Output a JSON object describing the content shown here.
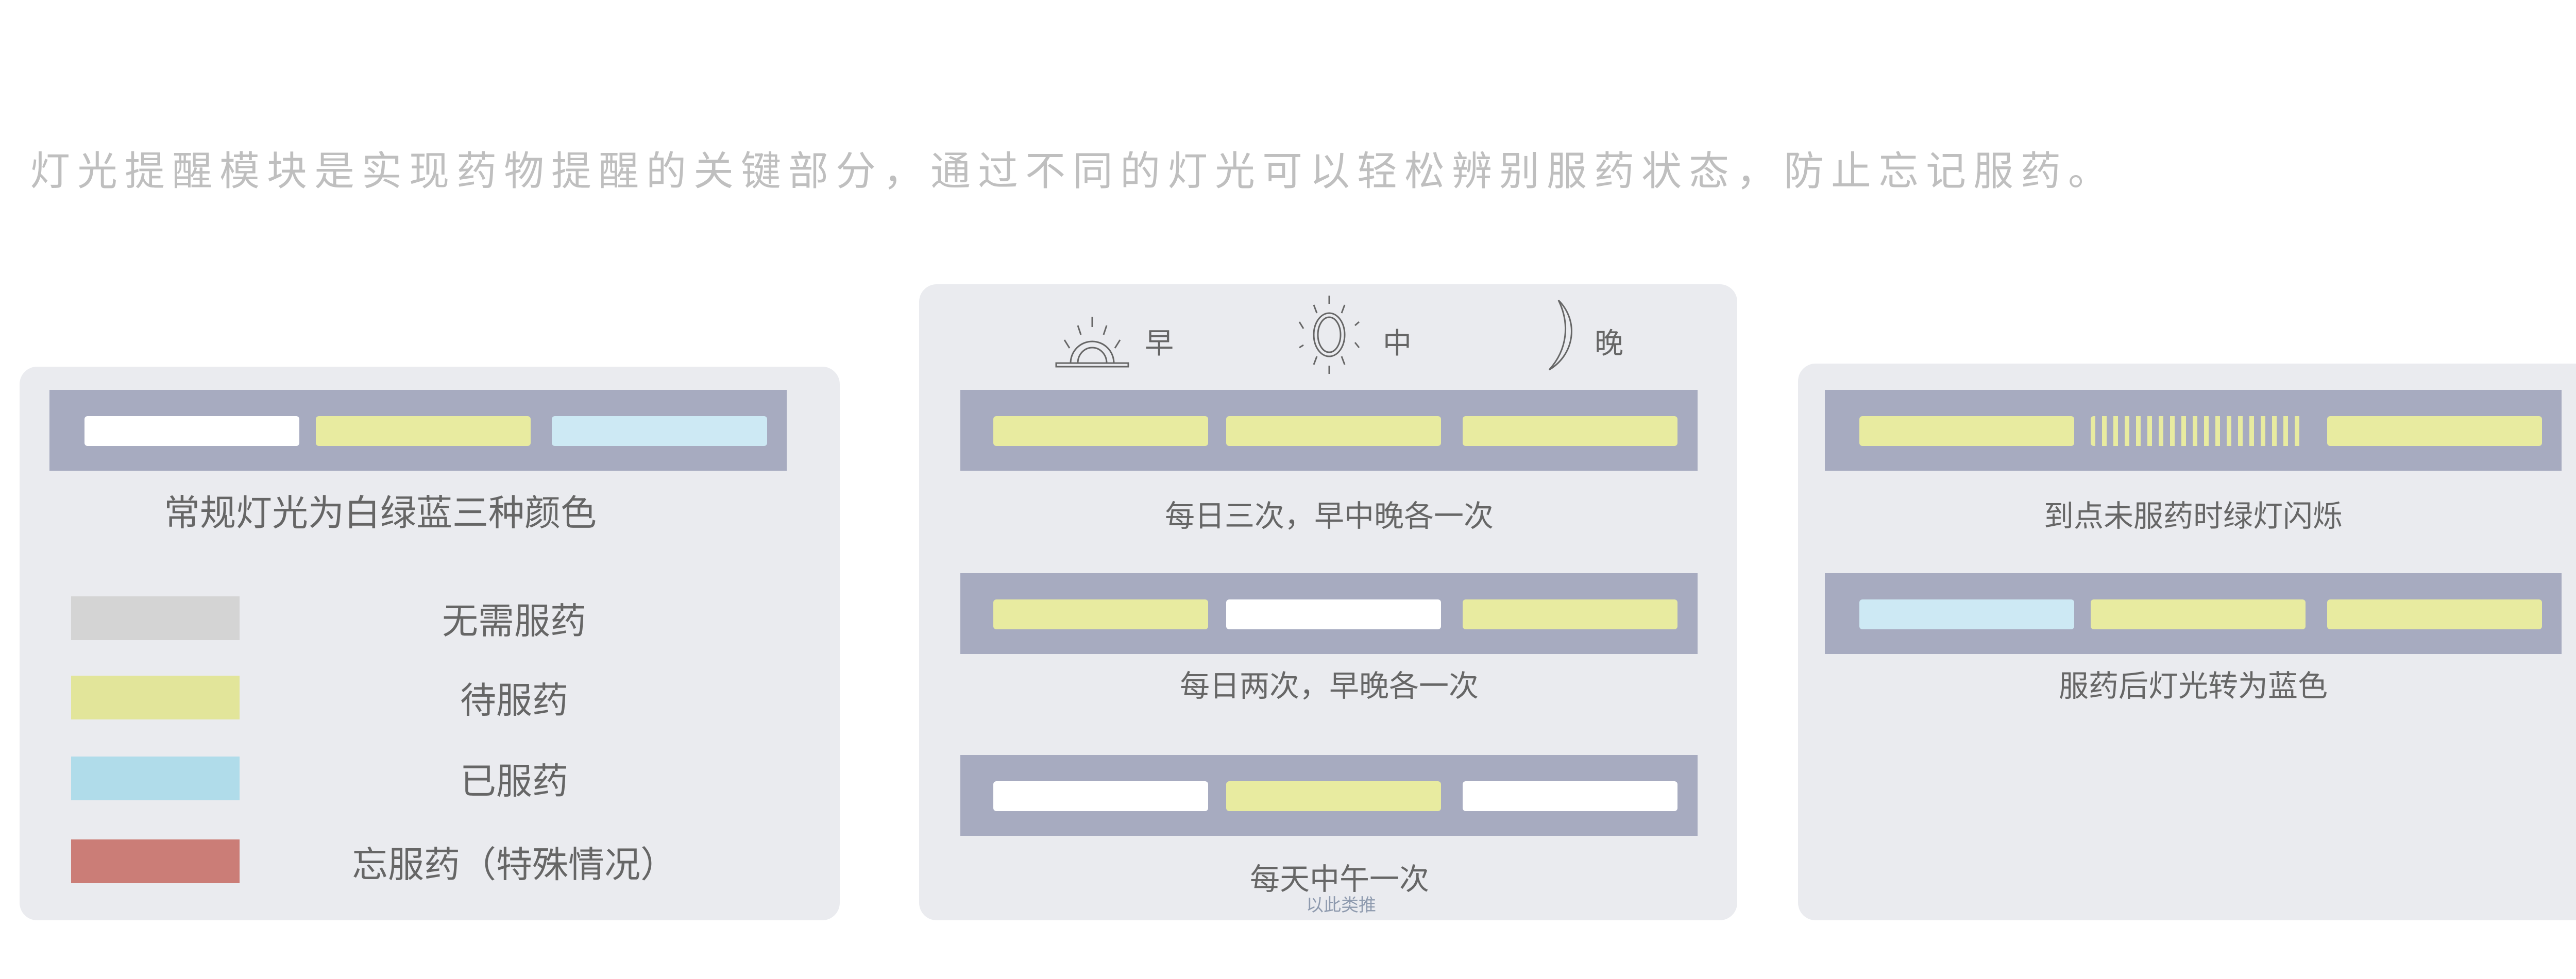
{
  "intro": "灯光提醒模块是实现药物提醒的关键部分，通过不同的灯光可以轻松辨别服药状态，防止忘记服药。",
  "colors": {
    "panel": "#eaebef",
    "bar": "#a7abc0",
    "white": "#ffffff",
    "green": "#e8eba0",
    "blue": "#cde9f4",
    "legend_gray": "#d4d4d4",
    "legend_green": "#e2e59a",
    "legend_blue": "#b0dcea",
    "legend_red": "#cb7d77"
  },
  "left": {
    "bar_lights": [
      "white",
      "green",
      "blue"
    ],
    "caption": "常规灯光为白绿蓝三种颜色",
    "legend": [
      {
        "color": "#d4d4d4",
        "label": "无需服药"
      },
      {
        "color": "#e2e59a",
        "label": "待服药"
      },
      {
        "color": "#b0dcea",
        "label": "已服药"
      },
      {
        "color": "#cb7d77",
        "label": "忘服药（特殊情况）"
      }
    ]
  },
  "middle": {
    "times": [
      {
        "icon": "sunrise-icon",
        "label": "早"
      },
      {
        "icon": "sun-icon",
        "label": "中"
      },
      {
        "icon": "moon-icon",
        "label": "晚"
      }
    ],
    "rows": [
      {
        "lights": [
          "green",
          "green",
          "green"
        ],
        "caption": "每日三次，早中晚各一次"
      },
      {
        "lights": [
          "green",
          "white",
          "green"
        ],
        "caption": "每日两次，早晚各一次"
      },
      {
        "lights": [
          "white",
          "green",
          "white"
        ],
        "caption": "每天中午一次"
      }
    ],
    "note": "以此类推"
  },
  "right": {
    "rows": [
      {
        "lights": [
          "green",
          "flashing-green",
          "green"
        ],
        "caption": "到点未服药时绿灯闪烁"
      },
      {
        "lights": [
          "blue",
          "green",
          "green"
        ],
        "caption": "服药后灯光转为蓝色"
      }
    ]
  }
}
